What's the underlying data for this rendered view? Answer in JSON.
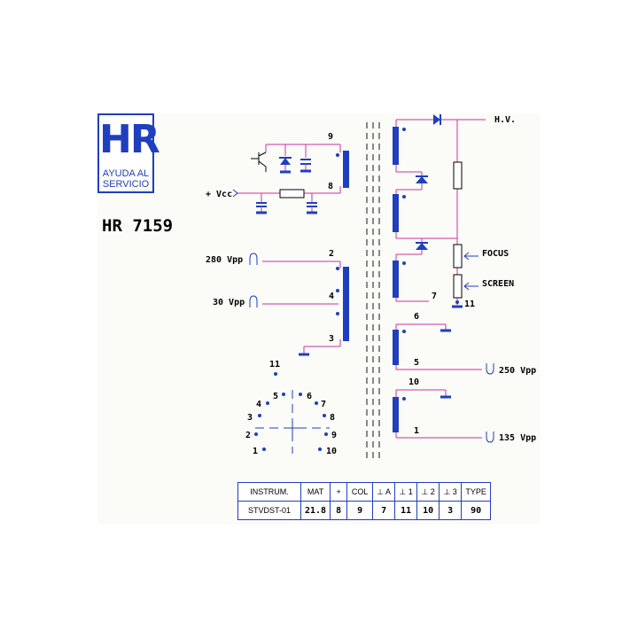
{
  "logo": {
    "mark": "HR",
    "line1": "AYUDA AL",
    "line2": "SERVICIO"
  },
  "model": "HR 7159",
  "primary": {
    "vcc": "+ Vcc",
    "pins": {
      "p9": "9",
      "p8": "8",
      "p2": "2",
      "p4": "4",
      "p3": "3"
    },
    "signals": {
      "s280": "280 Vpp",
      "s30": "30 Vpp"
    }
  },
  "secondary": {
    "hv": "H.V.",
    "focus": "FOCUS",
    "screen": "SCREEN",
    "pins": {
      "p11": "11",
      "p7": "7",
      "p6": "6",
      "p5": "5",
      "p10": "10",
      "p1": "1"
    },
    "signals": {
      "s250": "250 Vpp",
      "s135": "135 Vpp"
    }
  },
  "socket": {
    "top": "11",
    "pins": [
      "5",
      "6",
      "4",
      "7",
      "3",
      "8",
      "2",
      "9",
      "1",
      "10"
    ]
  },
  "spec_table": {
    "headers": [
      "INSTRUM.",
      "MAT",
      "+",
      "COL",
      "⊥ A",
      "⊥ 1",
      "⊥ 2",
      "⊥ 3",
      "TYPE"
    ],
    "values": [
      "STVDST-01",
      "21.8",
      "8",
      "9",
      "7",
      "11",
      "10",
      "3",
      "90"
    ]
  },
  "colors": {
    "wire": "#cc3399",
    "coil": "#1f3fbf",
    "dot": "#1f3fbf",
    "component": "#1f3fbf"
  }
}
